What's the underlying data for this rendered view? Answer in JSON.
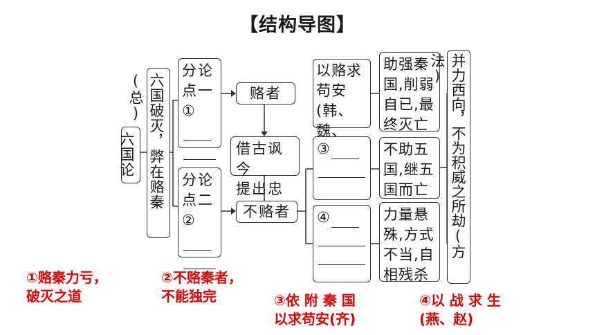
{
  "title": "【结构导图】",
  "root": "六国论",
  "thesis": "六国破灭，弊在赂秦(总)",
  "point1": {
    "label": "分论点一",
    "num": "①"
  },
  "point2": {
    "label": "分论点二",
    "num": "②"
  },
  "bribers": "赂者",
  "nonbribers": "不赂者",
  "center": "借古讽今\n提出忠告",
  "g1": "以赂求\n苟安(韩、\n魏、楚)",
  "g1_result": "助强秦\n国,削弱\n自已,最\n终灭亡",
  "g2": {
    "num": "③"
  },
  "g2_result": "不助五\n国,继五\n国而亡",
  "g3": {
    "num": "④"
  },
  "g3_result": "力量悬\n殊,方式\n不当,自\n相残杀",
  "method": "并力西向，不为积威之所劫(方法)",
  "answers": {
    "a1": "①赂秦力亏，\n破灭之道",
    "a2": "②不赂秦者，\n不能独完",
    "a3": "③依 附 秦 国\n以求苟安(齐)",
    "a4": "④以 战 求 生\n(燕、赵)"
  }
}
